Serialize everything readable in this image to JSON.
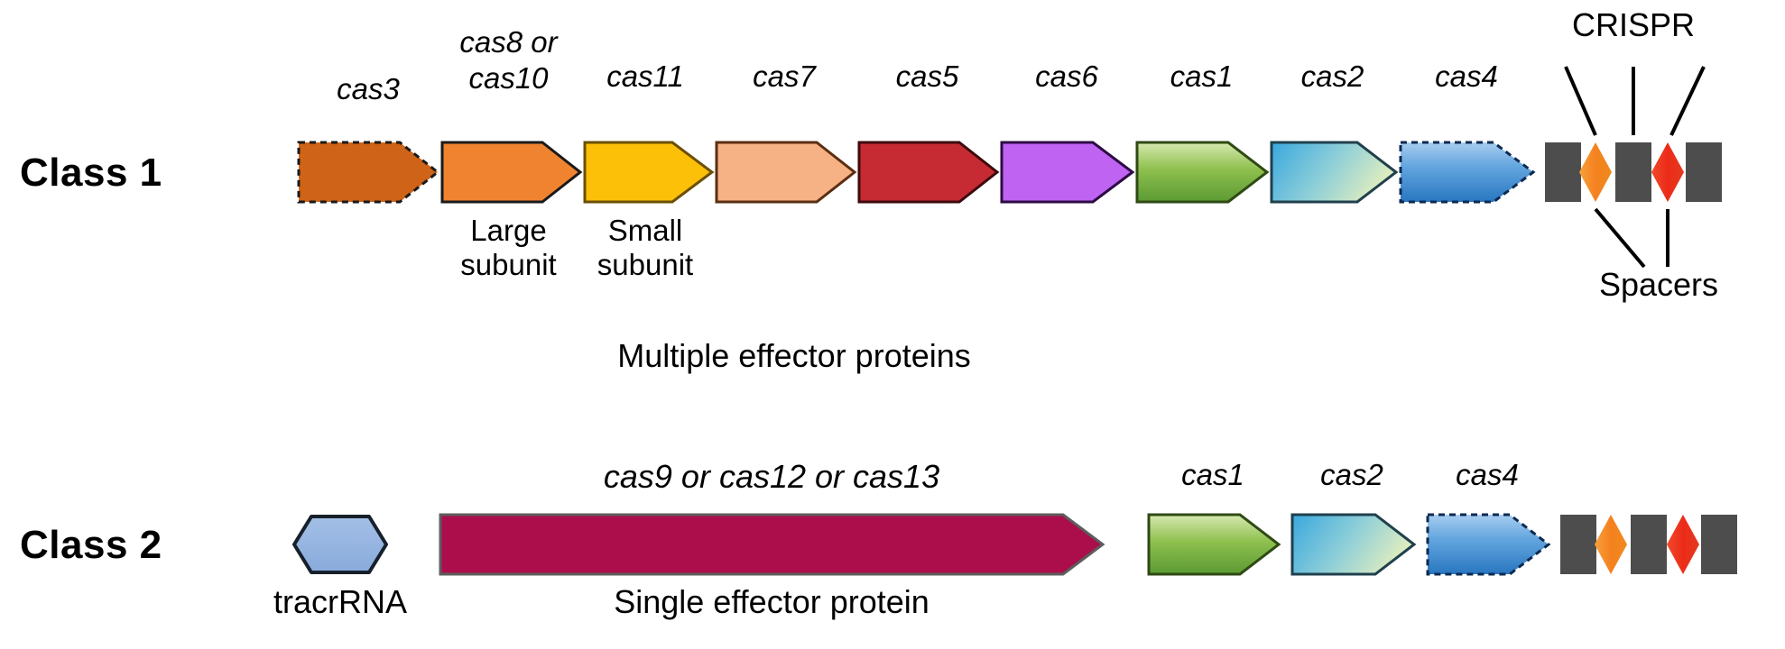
{
  "figure": {
    "title": "CRISPR-Cas Class 1 and Class 2 locus organization",
    "background": "#ffffff"
  },
  "rows": [
    {
      "id": "class1",
      "label": "Class 1",
      "summary_label": "Multiple effector proteins",
      "genes": [
        {
          "name": "cas3",
          "color": "#cf6317",
          "border": "dashed",
          "shape": "arrow"
        },
        {
          "name": "cas8 or\ncas10",
          "color": "#f0832f",
          "border": "solid",
          "shape": "arrow",
          "sublabel": "Large\nsubunit"
        },
        {
          "name": "cas11",
          "color": "#fcc009",
          "border": "solid",
          "shape": "arrow",
          "sublabel": "Small\nsubunit"
        },
        {
          "name": "cas7",
          "color": "#f6b184",
          "border": "solid",
          "shape": "arrow"
        },
        {
          "name": "cas5",
          "color": "#c62b33",
          "border": "solid",
          "shape": "arrow"
        },
        {
          "name": "cas6",
          "color": "#bf63f2",
          "border": "solid",
          "shape": "arrow"
        },
        {
          "name": "cas1",
          "color": "#5f9e35",
          "border": "solid",
          "shape": "arrow",
          "gradient": true
        },
        {
          "name": "cas2",
          "color": "#3ba7dd",
          "border": "solid",
          "shape": "arrow",
          "gradient": true
        },
        {
          "name": "cas4",
          "color": "#2f84cd",
          "border": "dashed",
          "shape": "arrow",
          "gradient": true
        }
      ],
      "crispr": {
        "label": "CRISPR",
        "spacers_label": "Spacers",
        "repeat_color": "#4d4d4d",
        "repeat_count": 3,
        "spacer_colors": [
          "#f4811f",
          "#ec2b18"
        ]
      }
    },
    {
      "id": "class2",
      "label": "Class 2",
      "summary_label": "Single effector protein",
      "tracrrna": {
        "label": "tracrRNA",
        "color": "#91b3e0",
        "shape": "hexagon"
      },
      "effector": {
        "name": "cas9 or cas12 or cas13",
        "color": "#ab0e4b",
        "border": "solid",
        "shape": "arrow"
      },
      "genes": [
        {
          "name": "cas1",
          "color": "#5f9e35",
          "border": "solid",
          "shape": "arrow",
          "gradient": true
        },
        {
          "name": "cas2",
          "color": "#3ba7dd",
          "border": "solid",
          "shape": "arrow",
          "gradient": true
        },
        {
          "name": "cas4",
          "color": "#2f84cd",
          "border": "dashed",
          "shape": "arrow",
          "gradient": true
        }
      ],
      "crispr": {
        "repeat_color": "#4d4d4d",
        "repeat_count": 3,
        "spacer_colors": [
          "#f4811f",
          "#ec2b18"
        ]
      }
    }
  ],
  "labels": {
    "class1": "Class 1",
    "class2": "Class 2",
    "cas3": "cas3",
    "cas8_or": "cas8 or",
    "cas10": "cas10",
    "cas11": "cas11",
    "cas7": "cas7",
    "cas5": "cas5",
    "cas6": "cas6",
    "cas1": "cas1",
    "cas2": "cas2",
    "cas4": "cas4",
    "large": "Large",
    "large2": "subunit",
    "small": "Small",
    "small2": "subunit",
    "multiple_effector": "Multiple effector proteins",
    "crispr": "CRISPR",
    "spacers": "Spacers",
    "tracrrna": "tracrRNA",
    "cas9_or_cas12_or_cas13": "cas9 or cas12 or cas13",
    "single_effector": "Single effector protein",
    "cas1_b": "cas1",
    "cas2_b": "cas2",
    "cas4_b": "cas4"
  },
  "colors": {
    "cas3": "#cf6317",
    "cas8_10": "#f0832f",
    "cas11": "#fcc009",
    "cas7": "#f6b184",
    "cas5": "#c62b33",
    "cas6": "#bf63f2",
    "cas1_light": "#cfe3a6",
    "cas1_dark": "#5f9e35",
    "cas2_light": "#3ba7dd",
    "cas2_dark": "#d8e9bc",
    "cas4_light": "#8dc0ea",
    "cas4_dark": "#2a7fc9",
    "effector": "#ab0e4b",
    "tracrrna": "#91b3e0",
    "repeat": "#4d4d4d",
    "spacer_orange": "#f4811f",
    "spacer_red": "#ec2b18",
    "stroke": "#1a1a1a"
  }
}
